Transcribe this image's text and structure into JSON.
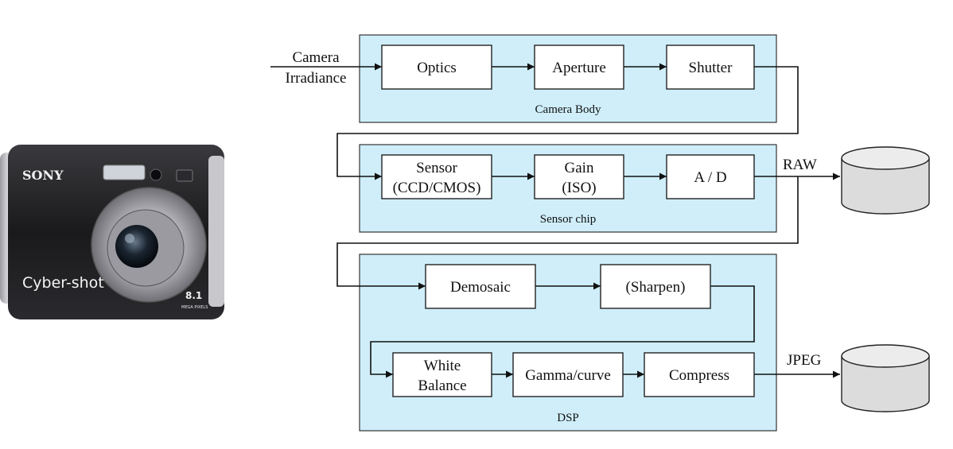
{
  "camera": {
    "brand": "SONY",
    "model": "Cyber-shot",
    "megapixels": "8.1",
    "megapixels_caption": "MEGA PIXELS"
  },
  "inputs": {
    "camera_irradiance_line1": "Camera",
    "camera_irradiance_line2": "Irradiance"
  },
  "regions": {
    "camera_body": "Camera Body",
    "sensor_chip": "Sensor chip",
    "dsp": "DSP"
  },
  "blocks": {
    "optics": "Optics",
    "aperture": "Aperture",
    "shutter": "Shutter",
    "sensor_line1": "Sensor",
    "sensor_line2": "(CCD/CMOS)",
    "gain_line1": "Gain",
    "gain_line2": "(ISO)",
    "ad": "A / D",
    "demosaic": "Demosaic",
    "sharpen": "(Sharpen)",
    "white_balance_line1": "White",
    "white_balance_line2": "Balance",
    "gamma": "Gamma/curve",
    "compress": "Compress"
  },
  "outputs": {
    "raw": "RAW",
    "jpeg": "JPEG"
  },
  "colors": {
    "region_fill": "#cfeefa",
    "block_fill": "#ffffff",
    "camera_body": "#1c1c1e"
  }
}
